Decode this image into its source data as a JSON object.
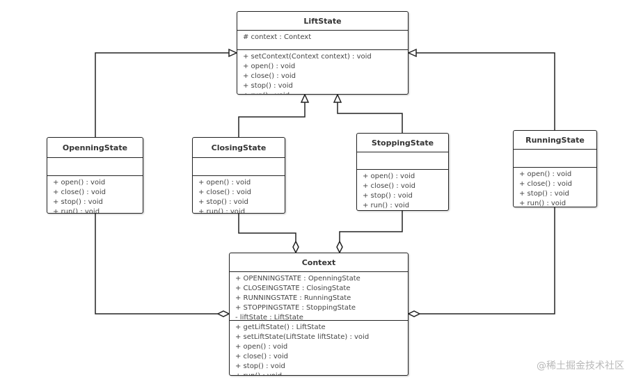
{
  "classes": {
    "liftstate": {
      "name": "LiftState",
      "attributes": [
        "# context : Context"
      ],
      "methods": [
        "+ setContext(Context context) : void",
        "+ open() : void",
        "+ close() : void",
        "+ stop() : void",
        "+ run() : void"
      ]
    },
    "openning": {
      "name": "OpenningState",
      "attributes": [],
      "methods": [
        "+ open() : void",
        "+ close() : void",
        "+ stop() : void",
        "+ run() : void"
      ]
    },
    "closing": {
      "name": "ClosingState",
      "attributes": [],
      "methods": [
        "+ open() : void",
        "+ close() : void",
        "+ stop() : void",
        "+ run() : void"
      ]
    },
    "stopping": {
      "name": "StoppingState",
      "attributes": [],
      "methods": [
        "+ open() : void",
        "+ close() : void",
        "+ stop() : void",
        "+ run() : void"
      ]
    },
    "running": {
      "name": "RunningState",
      "attributes": [],
      "methods": [
        "+ open() : void",
        "+ close() : void",
        "+ stop() : void",
        "+ run() : void"
      ]
    },
    "context": {
      "name": "Context",
      "attributes": [
        "+ OPENNINGSTATE : OpenningState",
        "+ CLOSEINGSTATE : ClosingState",
        "+ RUNNINGSTATE : RunningState",
        "+ STOPPINGSTATE : StoppingState",
        "- liftState : LiftState"
      ],
      "methods": [
        "+ getLiftState() : LiftState",
        "+ setLiftState(LiftState liftState) : void",
        "+ open() : void",
        "+ close() : void",
        "+ stop() : void",
        "+ run() : void"
      ]
    }
  },
  "relations": [
    {
      "type": "generalization",
      "from": "OpenningState",
      "to": "LiftState"
    },
    {
      "type": "generalization",
      "from": "ClosingState",
      "to": "LiftState"
    },
    {
      "type": "generalization",
      "from": "StoppingState",
      "to": "LiftState"
    },
    {
      "type": "generalization",
      "from": "RunningState",
      "to": "LiftState"
    },
    {
      "type": "aggregation",
      "from": "OpenningState",
      "to": "Context"
    },
    {
      "type": "aggregation",
      "from": "ClosingState",
      "to": "Context"
    },
    {
      "type": "aggregation",
      "from": "StoppingState",
      "to": "Context"
    },
    {
      "type": "aggregation",
      "from": "RunningState",
      "to": "Context"
    }
  ],
  "watermark": "@稀土掘金技术社区"
}
